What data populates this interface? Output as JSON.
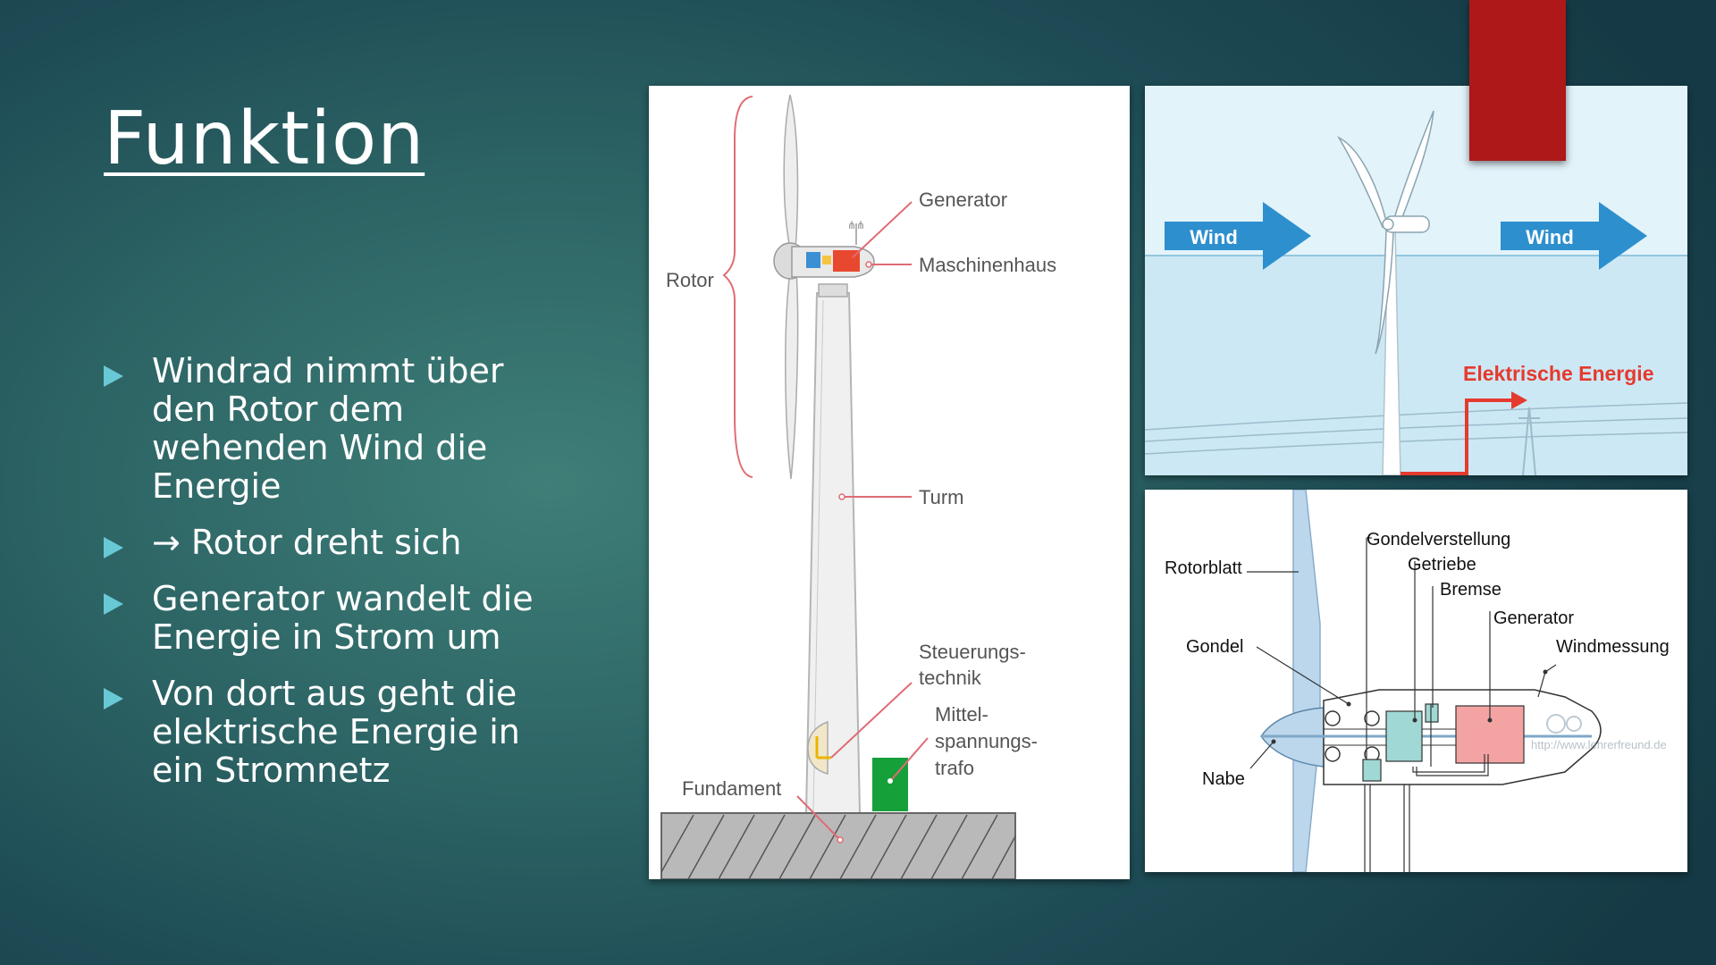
{
  "slide": {
    "title": "Funktion",
    "accent_color": "#ae1818",
    "bullet_icon": "triangle-bullet-icon",
    "bullets": [
      "Windrad nimmt über den Rotor dem wehenden Wind die Energie",
      "→ Rotor dreht sich",
      "Generator wandelt die Energie in Strom um",
      "Von dort aus geht die elektrische Energie in ein Stromnetz"
    ]
  },
  "turbine_diagram": {
    "rotor": "Rotor",
    "generator": "Generator",
    "nacelle": "Maschinenhaus",
    "tower": "Turm",
    "control_line1": "Steuerungs-",
    "control_line2": "technik",
    "trafo_line1": "Mittel-",
    "trafo_line2": "spannungs-",
    "trafo_line3": "trafo",
    "foundation": "Fundament",
    "generator_color": "#e8492e",
    "trafo_color": "#16a03a"
  },
  "energy_diagram": {
    "wind_left": "Wind",
    "wind_right": "Wind",
    "electric": "Elektrische Energie",
    "arrow_color": "#2d8fce",
    "electric_color": "#e53a2e"
  },
  "nacelle_diagram": {
    "rotor_blade": "Rotorblatt",
    "yaw": "Gondelverstellung",
    "gearbox": "Getriebe",
    "brake": "Bremse",
    "generator": "Generator",
    "gondola": "Gondel",
    "wind_measure": "Windmessung",
    "hub": "Nabe",
    "watermark": "http://www.lehrerfreund.de",
    "gearbox_color": "#9fd8d4",
    "generator_color": "#f4a3a3"
  }
}
